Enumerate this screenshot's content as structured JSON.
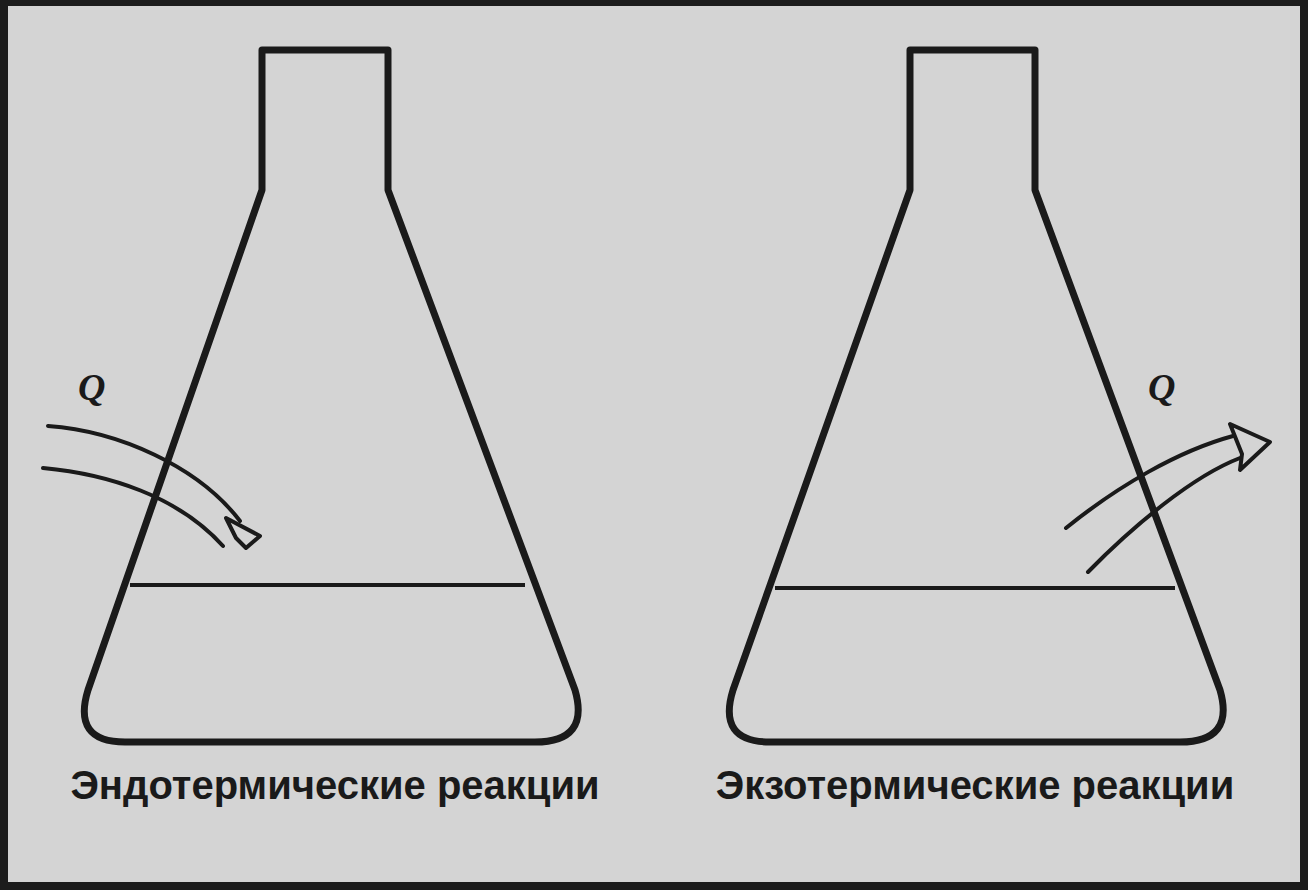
{
  "diagram": {
    "nodes": [
      {
        "text": [
          "Эндотермические реакции"
        ]
      },
      {
        "text": [
          "Экзотермические реакции"
        ]
      }
    ],
    "labels": [
      "Q",
      "Q"
    ]
  }
}
